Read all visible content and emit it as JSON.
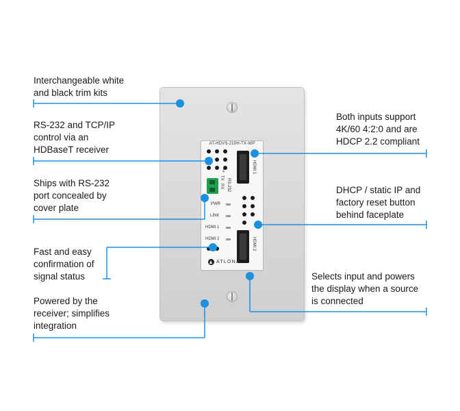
{
  "callouts": {
    "trim_kits": [
      "Interchangeable white",
      "and black trim kits"
    ],
    "rs232_tcp": [
      "RS-232 and TCP/IP",
      "control via an",
      "HDBaseT receiver"
    ],
    "rs232_port": [
      "Ships with RS-232",
      "port concealed by",
      "cover plate"
    ],
    "signal_status": [
      "Fast and easy",
      "confirmation of",
      "signal status"
    ],
    "powered": [
      "Powered by the",
      "receiver; simplifies",
      "integration"
    ],
    "inputs": [
      "Both inputs support",
      "4K/60 4:2:0 and are",
      "HDCP 2.2 compliant"
    ],
    "dhcp": [
      "DHCP / static IP and",
      "factory reset button",
      "behind faceplate"
    ],
    "selects": [
      "Selects input and powers",
      "the display when a source",
      "is connected"
    ]
  },
  "device": {
    "model": "AT-HDVS-210H-TX-WP",
    "hdmi1_label": "HDMI 1",
    "hdmi2_label": "HDMI 2",
    "rs232_label": "RS-232",
    "rx_label": "RX",
    "tx_label": "TX",
    "gnd_label": "⏚",
    "pwr_label": "PWR",
    "link_label": "LINK",
    "led_hdmi1_label": "HDMI 1",
    "led_hdmi2_label": "HDMI 2",
    "brand": "ATLONA"
  },
  "colors": {
    "accent": "#1b8fe0",
    "terminal": "#1f9e4e"
  },
  "icons": {
    "logo": "atlona-logo-icon",
    "screw": "screw-icon"
  }
}
